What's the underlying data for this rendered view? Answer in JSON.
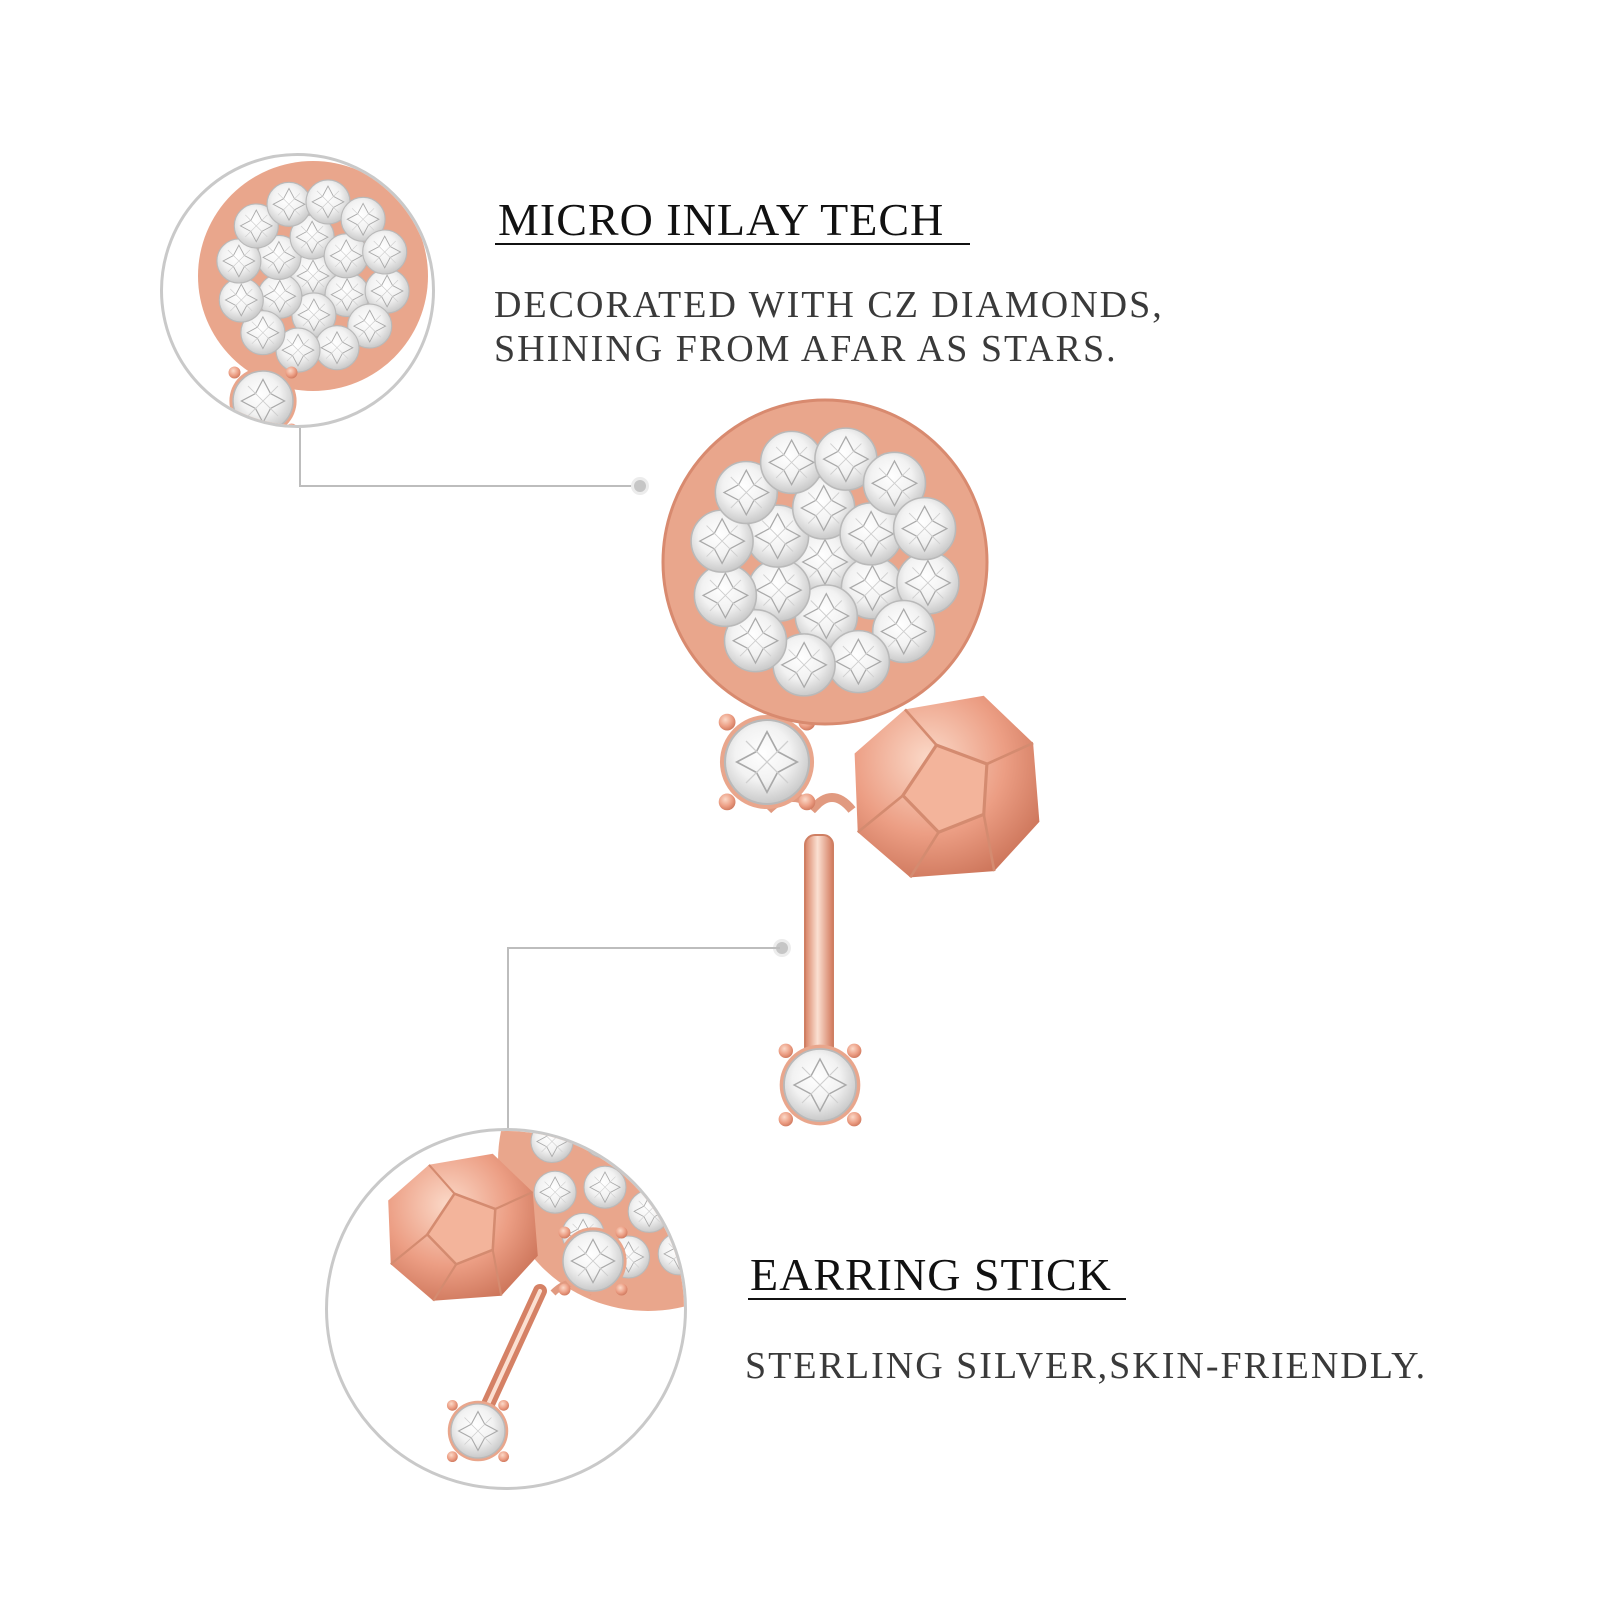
{
  "features": [
    {
      "title": "MICRO INLAY TECH",
      "description_lines": [
        "DECORATED WITH CZ DIAMONDS,",
        "SHINING FROM AFAR AS STARS."
      ]
    },
    {
      "title": "EARRING STICK",
      "description_lines": [
        "STERLING SILVER,SKIN-FRIENDLY."
      ]
    }
  ],
  "colors": {
    "rose_gold": "#e9a68c",
    "rose_gold_dark": "#c77a5f",
    "rose_gold_light": "#f7cdb9",
    "stone": "#f6f6f6",
    "stone_edge": "#bcbcbc",
    "callout_line": "#bdbdbd",
    "heading_text": "#111111",
    "body_text": "#3a3a3a"
  },
  "icons": [
    "pave-disc",
    "round-cz-stone",
    "faceted-bead",
    "earring-stick"
  ]
}
